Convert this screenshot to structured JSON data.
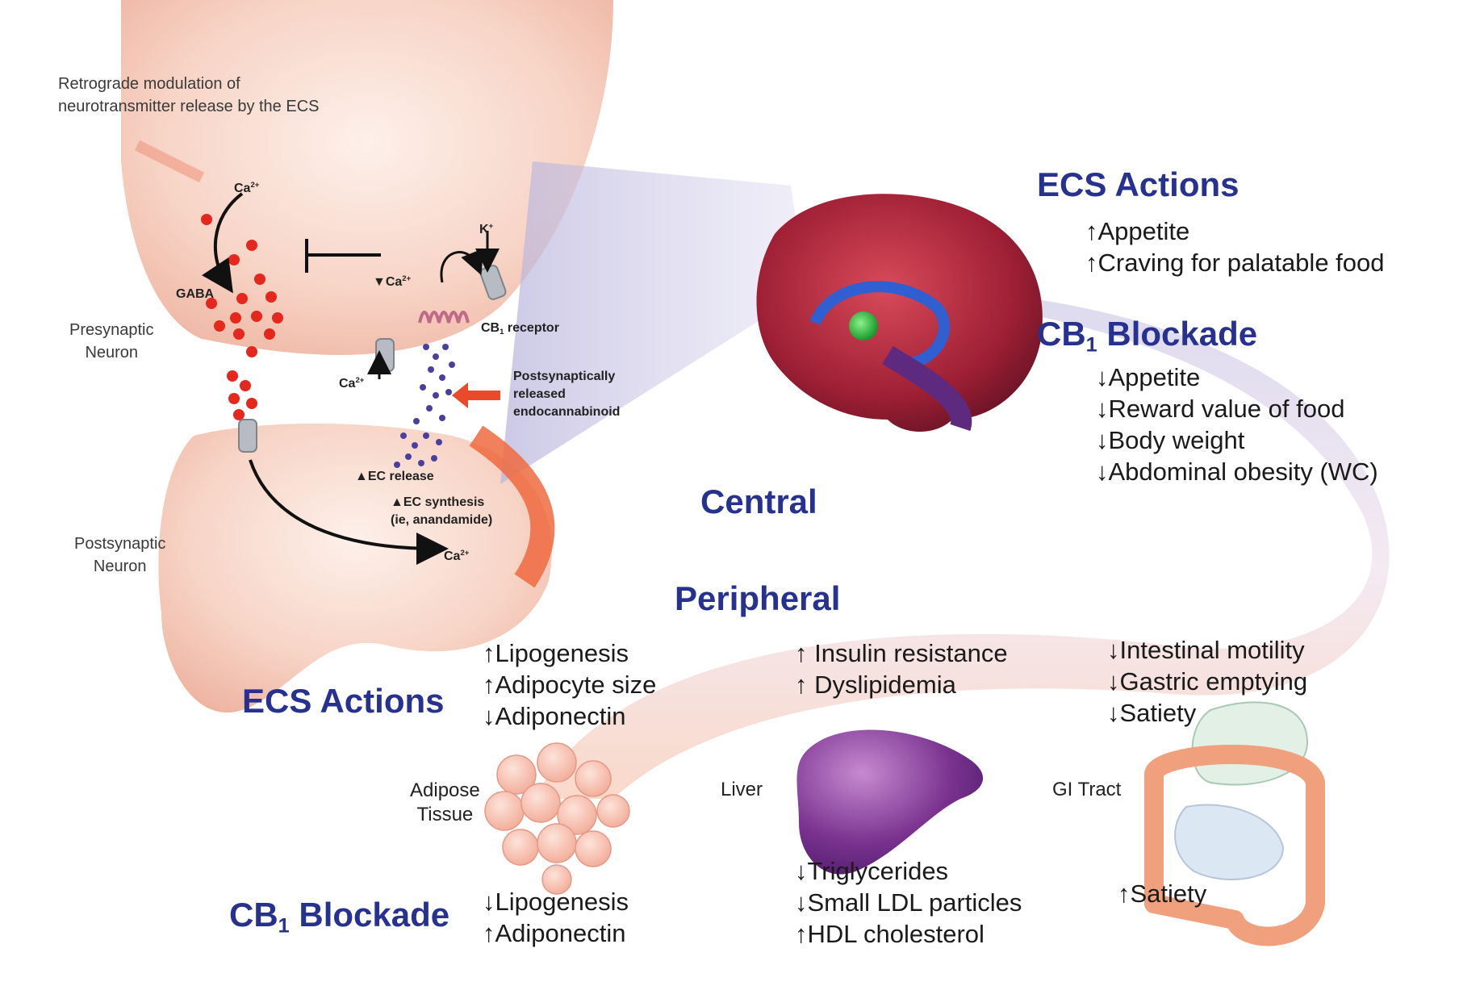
{
  "synapse": {
    "title_line1": "Retrograde modulation of",
    "title_line2": "neurotransmitter release by the ECS",
    "presynaptic_line1": "Presynaptic",
    "presynaptic_line2": "Neuron",
    "postsynaptic_line1": "Postsynaptic",
    "postsynaptic_line2": "Neuron",
    "gaba": "GABA",
    "ca_symbol": "Ca",
    "ca_charge": "2+",
    "k_symbol": "K",
    "k_charge": "+",
    "cb1_prefix": "CB",
    "cb1_sub": "1",
    "cb1_suffix": " receptor",
    "released_line1": "Postsynaptically",
    "released_line2": "released",
    "released_line3": "endocannabinoid",
    "ec_release": "EC release",
    "ec_synthesis_line1": "EC synthesis",
    "ec_synthesis_line2": "(ie, anandamide)"
  },
  "central": {
    "label": "Central",
    "ecs_actions_title": "ECS Actions",
    "ecs_actions": [
      "↑Appetite",
      "↑Craving for palatable food"
    ],
    "cb1_prefix": "CB",
    "cb1_sub": "1",
    "cb1_suffix": " Blockade",
    "cb1_blockade": [
      "↓Appetite",
      "↓Reward value of food",
      "↓Body weight",
      "↓Abdominal obesity (WC)"
    ]
  },
  "peripheral": {
    "label": "Peripheral",
    "ecs_actions_title": "ECS Actions",
    "cb1_prefix": "CB",
    "cb1_sub": "1",
    "cb1_suffix": " Blockade",
    "adipose": {
      "label_line1": "Adipose",
      "label_line2": "Tissue",
      "ecs_actions": [
        "↑Lipogenesis",
        "↑Adipocyte size",
        "↓Adiponectin"
      ],
      "cb1_blockade": [
        "↓Lipogenesis",
        "↑Adiponectin"
      ]
    },
    "liver": {
      "label": "Liver",
      "ecs_actions": [
        "↑ Insulin resistance",
        "↑ Dyslipidemia"
      ],
      "cb1_blockade": [
        "↓Triglycerides",
        "↓Small LDL particles",
        "↑HDL cholesterol"
      ]
    },
    "gi": {
      "label": "GI Tract",
      "ecs_actions": [
        "↓Intestinal motility",
        "↓Gastric emptying",
        "↓Satiety"
      ],
      "cb1_blockade": [
        "↑Satiety"
      ]
    }
  },
  "colors": {
    "heading": "#27318f",
    "neuron": "#f6d0c4",
    "gaba_dots": "#e5271e",
    "ec_dots": "#4a3f9f",
    "arrow": "#ea4a2a",
    "brain": "#a4243a",
    "liver": "#7a3390",
    "adipose": "#f4b5a6",
    "gi": "#f0a07c"
  }
}
